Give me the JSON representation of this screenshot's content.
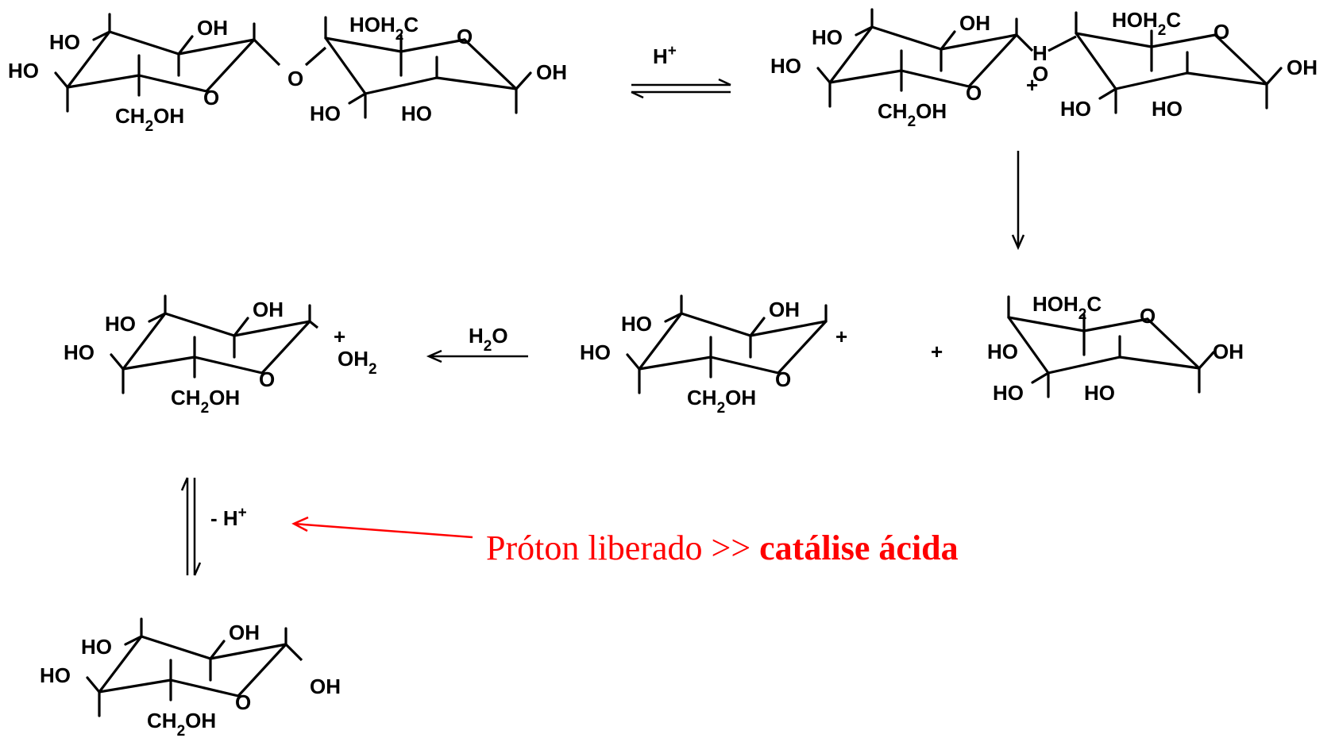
{
  "reagents": {
    "acid": "H",
    "acid_charge": "+",
    "water": "H",
    "water_sub": "2",
    "water_o": "O",
    "loss": "- H",
    "loss_charge": "+",
    "plus_sign": "+"
  },
  "caption": {
    "normal": "Próton liberado >> ",
    "bold": "catálise ácida"
  },
  "colors": {
    "ink": "#000000",
    "annotation": "#ff0000"
  },
  "labels": {
    "ho": "HO",
    "oh": "OH",
    "o": "O",
    "ch2oh_a": "CH",
    "ch2oh_sub": "2",
    "ch2oh_b": "OH",
    "hoh2c_a": "HOH",
    "hoh2c_sub": "2",
    "hoh2c_b": "C",
    "h": "H",
    "plus": "+",
    "oh2_a": "OH",
    "oh2_sub": "2"
  }
}
